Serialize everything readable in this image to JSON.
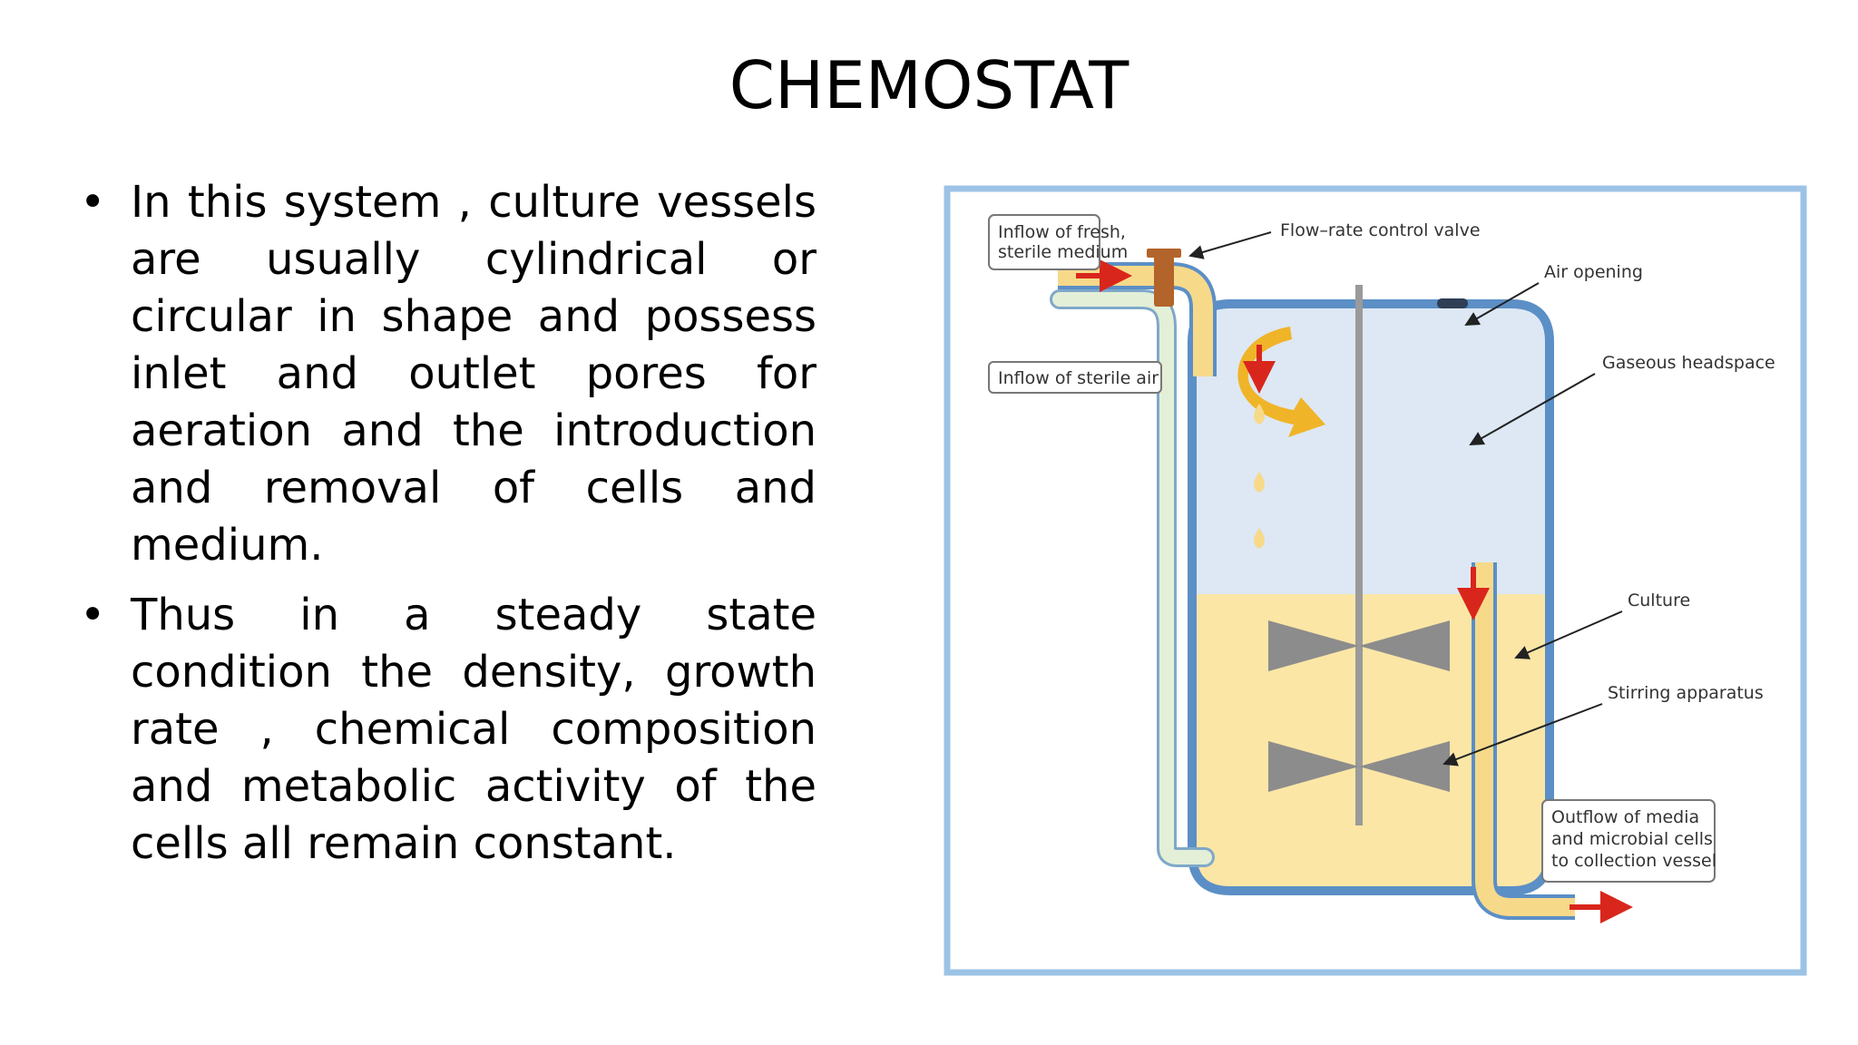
{
  "slide": {
    "title": "CHEMOSTAT",
    "bullets": [
      {
        "marker": "•",
        "text": "In this system , culture vessels are usually cylindrical or circular in shape and possess inlet and outlet pores for aeration and the introduction and removal of cells and medium."
      },
      {
        "marker": "•",
        "text": "Thus in a steady state condition the density, growth rate , chemical composition and metabolic activity of the cells all remain constant."
      }
    ]
  },
  "figure": {
    "labels": {
      "inflow_medium_1": "Inflow of fresh,",
      "inflow_medium_2": "sterile medium",
      "flow_valve": "Flow–rate control valve",
      "air_opening": "Air opening",
      "sterile_air": "Inflow of sterile air",
      "headspace": "Gaseous headspace",
      "culture": "Culture",
      "stirring": "Stirring apparatus",
      "outflow_1": "Outflow of media",
      "outflow_2": "and microbial cells",
      "outflow_3": "to collection vessel"
    },
    "colors": {
      "frame": "#9cc3e6",
      "vessel_outline": "#5b8fc6",
      "headspace": "#dde8f4",
      "culture": "#fbe6a6",
      "tube": "#f7d98a",
      "air_tube": "#e3efd7",
      "valve": "#b3642a",
      "arrow_red": "#d9261c",
      "swirl": "#f0b429",
      "impeller": "#8c8c8c"
    }
  }
}
